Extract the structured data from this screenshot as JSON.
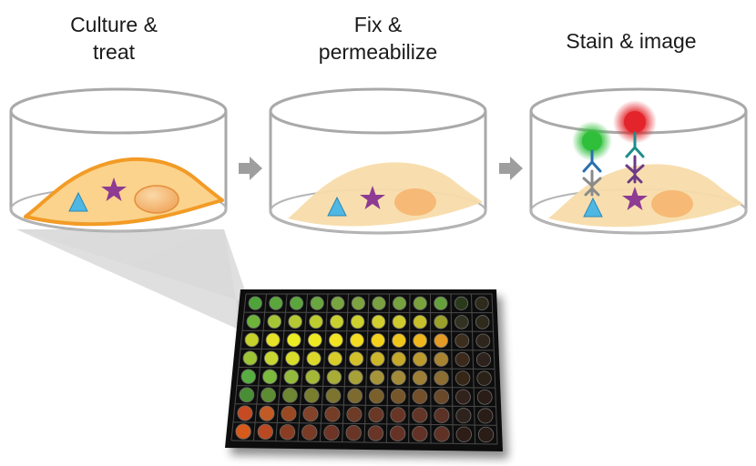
{
  "steps": [
    {
      "id": "culture",
      "title_lines": [
        "Culture &",
        "treat"
      ]
    },
    {
      "id": "fix",
      "title_lines": [
        "Fix &",
        "permeabilize"
      ]
    },
    {
      "id": "stain",
      "title_lines": [
        "Stain & image"
      ]
    }
  ],
  "colors": {
    "dish_outline": "#a9a9a9",
    "arrow": "#9e9e9e",
    "cell_live_fill": "#fbd38c",
    "cell_live_border": "#f29b26",
    "cell_fixed_fill": "#f8dcaa",
    "nucleus": "#f5b570",
    "triangle": "#4fb7e3",
    "star": "#8e3b93",
    "antibody_primary_teal": "#1f8c8c",
    "antibody_primary_purple": "#6d3a86",
    "antibody_secondary_gray": "#8a8a8a",
    "fluor_green": "#2fbf3a",
    "fluor_red": "#e3252b",
    "plate_bg": "#111111"
  },
  "plate": {
    "rows": 8,
    "cols": 12,
    "well_colors": [
      [
        "#4fa33b",
        "#5aa63d",
        "#5aa63d",
        "#6aa640",
        "#78a541",
        "#7da33f",
        "#7aa240",
        "#75a33f",
        "#79a23c",
        "#66a03c",
        "#2b3a1e",
        "#2d2b1e"
      ],
      [
        "#6db23b",
        "#a6c534",
        "#b5c731",
        "#bccb2f",
        "#c9cf2e",
        "#cdd02e",
        "#d2ce2d",
        "#cfcb2d",
        "#c8c02c",
        "#9aa02b",
        "#333322",
        "#2e2a1f"
      ],
      [
        "#c6d22c",
        "#e6e226",
        "#ecec24",
        "#eeea22",
        "#f1e421",
        "#f3dc20",
        "#f2d21f",
        "#f0c61f",
        "#efb71f",
        "#e39a27",
        "#3a2f1c",
        "#2e261b"
      ],
      [
        "#9dc435",
        "#c8d630",
        "#d8dc2c",
        "#dbd82a",
        "#d7cc29",
        "#d2c12a",
        "#ccb72a",
        "#c4a92b",
        "#bb9a2d",
        "#a88331",
        "#3a2a1c",
        "#2d241a"
      ],
      [
        "#58ad3f",
        "#7cba3d",
        "#94bb3a",
        "#a5b839",
        "#a8ad39",
        "#a8a139",
        "#a69438",
        "#a38a37",
        "#9e7f35",
        "#8c6d33",
        "#352519",
        "#2b2218"
      ],
      [
        "#4a8e34",
        "#5d8d31",
        "#6d8730",
        "#787e2f",
        "#7d742e",
        "#7d6a2d",
        "#7a602c",
        "#77572b",
        "#73502b",
        "#6a4a2a",
        "#31221a",
        "#291f17"
      ],
      [
        "#c64b22",
        "#c25a25",
        "#9a4a24",
        "#83432a",
        "#763e28",
        "#6e3a28",
        "#6a3728",
        "#673528",
        "#643428",
        "#5d3127",
        "#2f201a",
        "#2a1d17"
      ],
      [
        "#d65a1e",
        "#b84a21",
        "#8a3d23",
        "#7a3a26",
        "#6e3626",
        "#6b3527",
        "#683427",
        "#663327",
        "#633226",
        "#603126",
        "#2d1f19",
        "#291c17"
      ]
    ]
  }
}
